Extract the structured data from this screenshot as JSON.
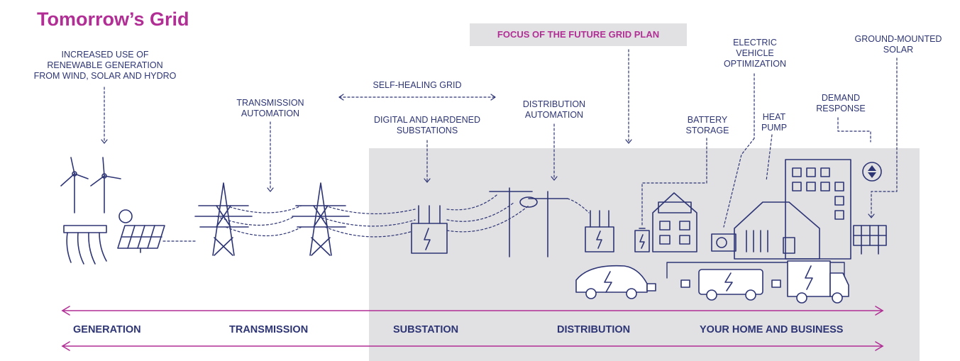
{
  "title": "Tomorrow’s Grid",
  "focus": "FOCUS OF THE FUTURE GRID PLAN",
  "labels": {
    "renewable": [
      "INCREASED USE OF",
      "RENEWABLE GENERATION",
      "FROM WIND, SOLAR AND HYDRO"
    ],
    "transmission_automation": [
      "TRANSMISSION",
      "AUTOMATION"
    ],
    "self_healing": "SELF-HEALING GRID",
    "substations": [
      "DIGITAL AND HARDENED",
      "SUBSTATIONS"
    ],
    "distribution_automation": [
      "DISTRIBUTION",
      "AUTOMATION"
    ],
    "battery": [
      "BATTERY",
      "STORAGE"
    ],
    "ev": [
      "ELECTRIC",
      "VEHICLE",
      "OPTIMIZATION"
    ],
    "heat_pump": [
      "HEAT",
      "PUMP"
    ],
    "demand_response": [
      "DEMAND",
      "RESPONSE"
    ],
    "ground_solar": [
      "GROUND-MOUNTED",
      "SOLAR"
    ]
  },
  "stages": [
    "GENERATION",
    "TRANSMISSION",
    "SUBSTATION",
    "DISTRIBUTION",
    "YOUR HOME AND BUSINESS"
  ],
  "colors": {
    "navy": "#2e3575",
    "magenta": "#b12f95",
    "panel": "#e1e1e4"
  }
}
